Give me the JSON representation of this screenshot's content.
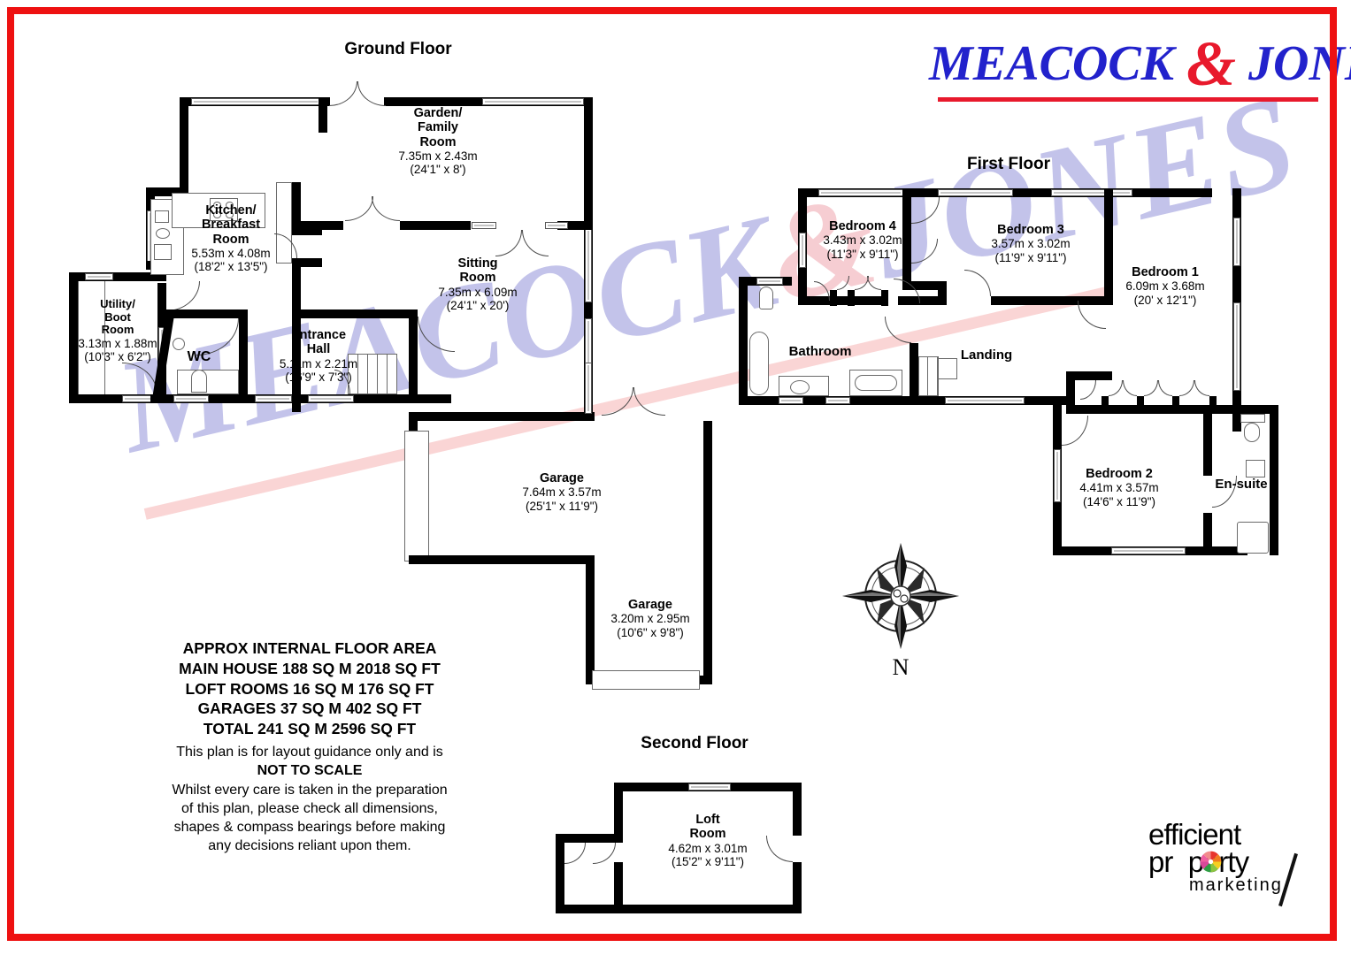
{
  "brand": {
    "name_part1": "MEACOCK",
    "ampersand": "&",
    "name_part2": "JONES"
  },
  "watermark": {
    "text_part1": "MEACOCK",
    "ampersand": "&",
    "text_part2": "JONES"
  },
  "floors": {
    "ground": {
      "title": "Ground Floor"
    },
    "first": {
      "title": "First Floor"
    },
    "second": {
      "title": "Second Floor"
    }
  },
  "ground_rooms": [
    {
      "name": "Garden/\nFamily\nRoom",
      "metric": "7.35m x 2.43m",
      "imperial": "(24'1\" x 8')"
    },
    {
      "name": "Kitchen/\nBreakfast\nRoom",
      "metric": "5.53m x 4.08m",
      "imperial": "(18'2\" x 13'5\")"
    },
    {
      "name": "Sitting\nRoom",
      "metric": "7.35m x 6.09m",
      "imperial": "(24'1\" x 20')"
    },
    {
      "name": "Utility/\nBoot\nRoom",
      "metric": "3.13m x 1.88m",
      "imperial": "(10'3\" x 6'2\")"
    },
    {
      "name": "WC",
      "metric": "",
      "imperial": ""
    },
    {
      "name": "Entrance\nHall",
      "metric": "5.11m x 2.21m",
      "imperial": "(16'9\" x 7'3\")"
    },
    {
      "name": "Garage",
      "metric": "7.64m x 3.57m",
      "imperial": "(25'1\" x 11'9\")"
    },
    {
      "name": "Garage",
      "metric": "3.20m x 2.95m",
      "imperial": "(10'6\" x 9'8\")"
    }
  ],
  "first_rooms": [
    {
      "name": "Bedroom 4",
      "metric": "3.43m x 3.02m",
      "imperial": "(11'3\" x 9'11\")"
    },
    {
      "name": "Bedroom 3",
      "metric": "3.57m x 3.02m",
      "imperial": "(11'9\" x 9'11\")"
    },
    {
      "name": "Bedroom 1",
      "metric": "6.09m x 3.68m",
      "imperial": "(20' x 12'1\")"
    },
    {
      "name": "Bedroom 2",
      "metric": "4.41m x 3.57m",
      "imperial": "(14'6\" x 11'9\")"
    },
    {
      "name": "Bathroom",
      "metric": "",
      "imperial": ""
    },
    {
      "name": "Landing",
      "metric": "",
      "imperial": ""
    },
    {
      "name": "En-suite",
      "metric": "",
      "imperial": ""
    }
  ],
  "second_rooms": [
    {
      "name": "Loft\nRoom",
      "metric": "4.62m x 3.01m",
      "imperial": "(15'2\" x 9'11\")"
    }
  ],
  "area_summary": {
    "heading": "APPROX INTERNAL FLOOR AREA",
    "line1": "MAIN HOUSE 188 SQ M 2018 SQ FT",
    "line2": "LOFT ROOMS 16 SQ M 176 SQ FT",
    "line3": "GARAGES 37 SQ M 402 SQ FT",
    "line4": "TOTAL 241 SQ M 2596 SQ FT"
  },
  "disclaimer": {
    "line1": "This plan is for layout guidance only and is",
    "emphasis": "NOT TO SCALE",
    "line2": "Whilst every care is taken in the preparation",
    "line3": "of this plan, please check all dimensions,",
    "line4": "shapes & compass bearings before making",
    "line5": "any decisions reliant upon them."
  },
  "compass": {
    "north_label": "N"
  },
  "epm_logo": {
    "line1": "efficient",
    "line2_a": "pr",
    "line2_b": "perty",
    "line3": "marketing"
  },
  "colors": {
    "border_red": "#ee1111",
    "brand_blue": "#2222cc",
    "brand_red": "#e8192c",
    "watermark_purple": "#c3c3ea",
    "watermark_pink": "#fad5d5",
    "wall_black": "#000000"
  }
}
